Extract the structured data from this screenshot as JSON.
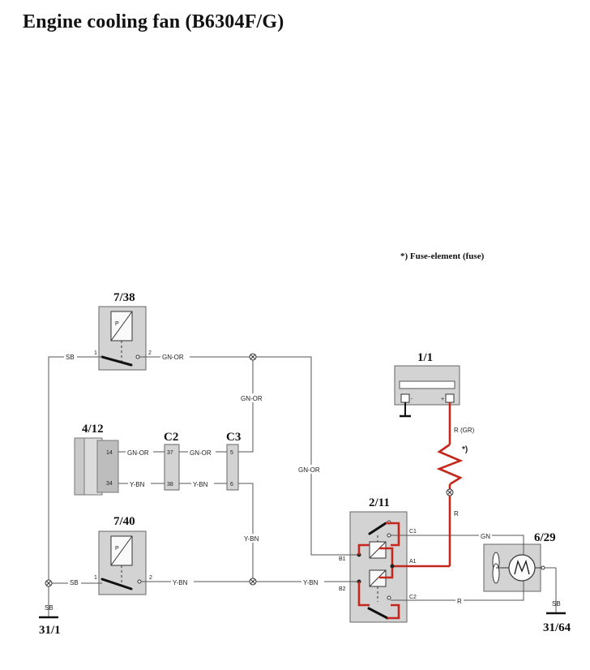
{
  "title": "Engine cooling fan (B6304F/G)",
  "footnote": "*) Fuse-element (fuse)",
  "components": {
    "p7_38": "7/38",
    "p4_12": "4/12",
    "c2": "C2",
    "c3": "C3",
    "p7_40": "7/40",
    "p1_1": "1/1",
    "p2_11": "2/11",
    "p6_29": "6/29",
    "g31_1": "31/1",
    "g31_64": "31/64"
  },
  "wires": {
    "sb": "SB",
    "gn_or": "GN-OR",
    "y_bn": "Y-BN",
    "r_gr": "R (GR)",
    "r": "R",
    "gn": "GN",
    "fuse_mark": "*)"
  },
  "pins": {
    "one": "1",
    "two": "2",
    "p14": "14",
    "p34": "34",
    "p37": "37",
    "p38": "38",
    "p5": "5",
    "p6": "6",
    "b1": "B1",
    "b2": "B2",
    "a1": "A1",
    "c1": "C1",
    "c2": "C2",
    "pressure": "P",
    "minus": "-",
    "plus": "+"
  },
  "colors": {
    "power_wire": "#c4281c",
    "component_fill": "#d3d3d3",
    "wire": "#555555"
  }
}
